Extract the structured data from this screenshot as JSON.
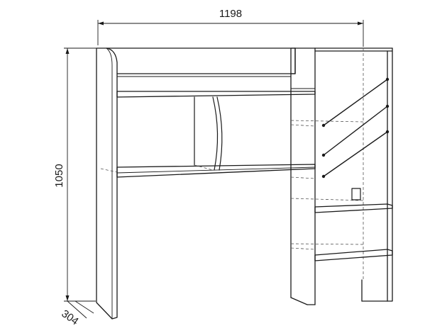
{
  "drawing": {
    "dimensions": {
      "width": "1198",
      "height": "1050",
      "depth": "304"
    }
  }
}
